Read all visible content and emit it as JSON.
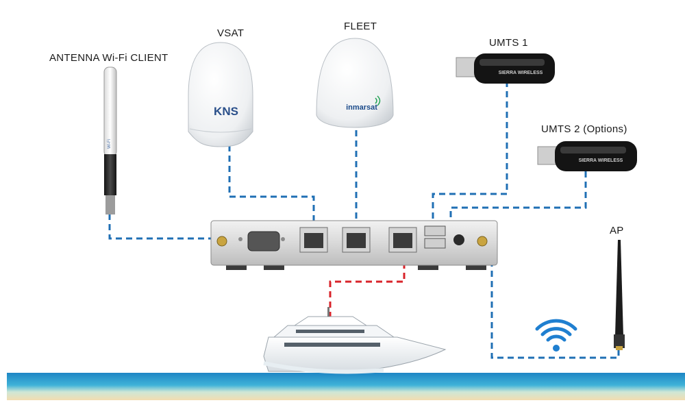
{
  "labels": {
    "antenna": "ANTENNA Wi-Fi CLIENT",
    "vsat": "VSAT",
    "fleet": "FLEET",
    "umts1": "UMTS 1",
    "umts2": "UMTS 2 (Options)",
    "ap": "AP"
  },
  "device_text": {
    "vsat_brand": "KNS",
    "fleet_brand": "inmarsat",
    "usb_brand": "SIERRA WIRELESS"
  },
  "colors": {
    "blue_link": "#1f6fb4",
    "red_link": "#d8232a",
    "sea": "#2b9fcf",
    "sand": "#f3ddb0",
    "wifi": "#1f7fd0"
  }
}
